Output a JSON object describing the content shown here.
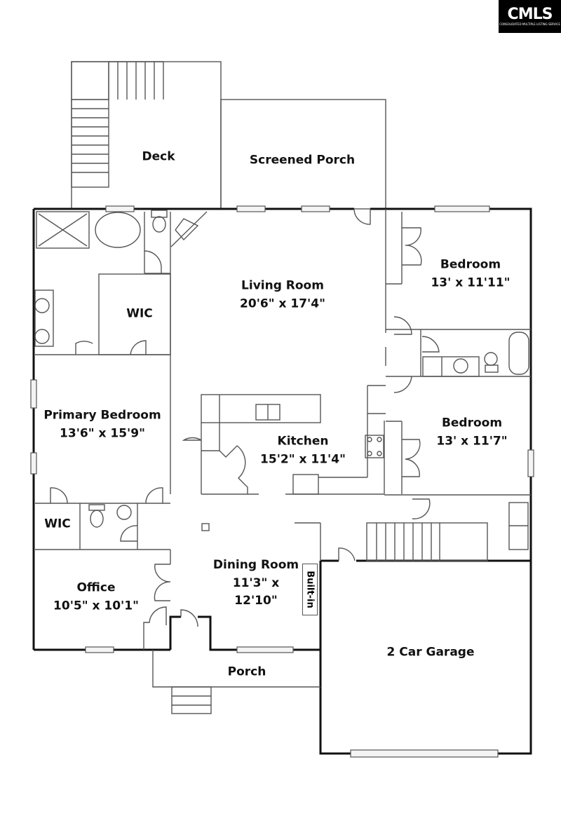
{
  "logo": {
    "text": "CMLS",
    "subtext": "CONSOLIDATED MULTIPLE LISTING SERVICE"
  },
  "rooms": {
    "deck": {
      "name": "Deck"
    },
    "screened_porch": {
      "name": "Screened Porch"
    },
    "living_room": {
      "name": "Living Room",
      "dims": "20'6\" x 17'4\""
    },
    "bedroom_1": {
      "name": "Bedroom",
      "dims": "13' x 11'11\""
    },
    "wic_primary": {
      "name": "WIC"
    },
    "primary_bedroom": {
      "name": "Primary Bedroom",
      "dims": "13'6\" x 15'9\""
    },
    "kitchen": {
      "name": "Kitchen",
      "dims": "15'2\" x 11'4\""
    },
    "bedroom_2": {
      "name": "Bedroom",
      "dims": "13' x 11'7\""
    },
    "wic_2": {
      "name": "WIC"
    },
    "office": {
      "name": "Office",
      "dims": "10'5\" x 10'1\""
    },
    "dining_room": {
      "name": "Dining Room",
      "dims_line1": "11'3\" x",
      "dims_line2": "12'10\""
    },
    "built_in": {
      "name": "Built-in"
    },
    "garage": {
      "name": "2 Car Garage"
    },
    "porch": {
      "name": "Porch"
    }
  },
  "colors": {
    "wall": "#111111",
    "line": "#555555",
    "background": "#ffffff"
  }
}
